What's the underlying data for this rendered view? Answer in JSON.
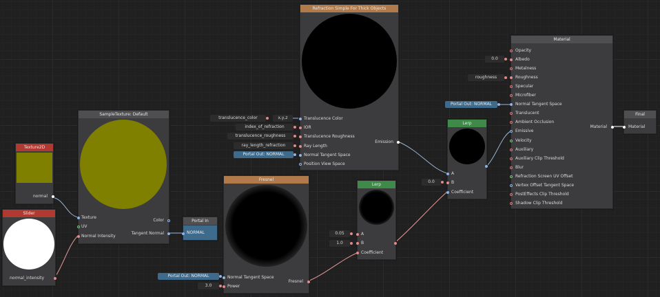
{
  "colors": {
    "title_default": "#4f4f52",
    "title_texture": "#b03a32",
    "title_slider": "#b03a32",
    "title_refraction": "#b07a4a",
    "title_fresnel": "#b07a4a",
    "title_lerp": "#3f8a48",
    "preview_olive": "#7f7f00"
  },
  "texture2d": {
    "title": "Texture2D",
    "output": "normal"
  },
  "slider": {
    "title": "Slider",
    "output": "normal_intensity"
  },
  "sample_texture": {
    "title": "SampleTexture: Default",
    "inputs": [
      "Texture",
      "UV",
      "Normal Intensity"
    ],
    "outputs": [
      "Color",
      "Tangent Normal"
    ]
  },
  "portal_in": {
    "title": "Portal In",
    "value": "NORMAL"
  },
  "refraction": {
    "title": "Refraction Simple For Thick Objects",
    "inputs": [
      "Translucence Color",
      "IOR",
      "Translucence Roughness",
      "Ray Length",
      "Normal Tangent Space",
      "Position View Space"
    ],
    "output": "Emission",
    "fields": [
      "translucence_color",
      "index_of_refraction",
      "translucence_roughness",
      "ray_length_refraction"
    ],
    "xyz": "x,y,z",
    "portal": "Portal Out: NORMAL"
  },
  "fresnel": {
    "title": "Fresnel",
    "inputs": [
      "Normal Tangent Space",
      "Power"
    ],
    "output": "Fresnel",
    "portal": "Portal Out: NORMAL",
    "power": "3.0"
  },
  "lerp_small": {
    "title": "Lerp",
    "inputs": [
      "A",
      "B",
      "Coefficient"
    ],
    "a": "0.05",
    "b": "1.0"
  },
  "lerp_top": {
    "title": "Lerp",
    "inputs": [
      "A",
      "B",
      "Coefficient"
    ],
    "b": "0.0"
  },
  "material": {
    "title": "Material",
    "output": "Material",
    "albedo": "0.0",
    "roughness": "roughness",
    "portal": "Portal Out: NORMAL",
    "inputs": [
      "Opacity",
      "Albedo",
      "Metalness",
      "Roughness",
      "Specular",
      "Microfiber",
      "Normal Tangent Space",
      "Translucent",
      "Ambient Occlusion",
      "Emissive",
      "Velocity",
      "Auxiliary",
      "Auxiliary Clip Threshold",
      "Blur",
      "Refraction Screen UV Offset",
      "Vertex Offset Tangent Space",
      "PostEffects Clip Threshold",
      "Shadow Clip Threshold"
    ]
  },
  "final": {
    "title": "Final",
    "input": "Material"
  }
}
